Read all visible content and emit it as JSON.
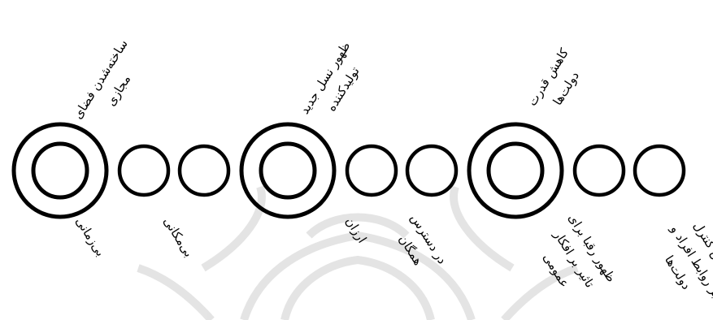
{
  "diagram": {
    "groups": [
      {
        "main_label": [
          "ساخته‌شدن فضای",
          "مجازی"
        ],
        "features": [
          [
            "بی‌زمانی"
          ],
          [
            "بی‌مکانی"
          ]
        ]
      },
      {
        "main_label": [
          "ظهور نسل جدید",
          "تولیدکننده"
        ],
        "features": [
          [
            "ارزان"
          ],
          [
            "در دسترس",
            "همگان"
          ]
        ]
      },
      {
        "main_label": [
          "کاهش قدرت",
          "دولت‌ها"
        ],
        "features": [
          [
            "ظهور رقبا برای",
            "تاثیر بر افکار",
            "عمومی"
          ],
          [
            "کاهش کنترل",
            "بر روابط افراد و",
            "دولت‌ها"
          ]
        ]
      }
    ],
    "colors": {
      "stroke": "#000000",
      "background": "#ffffff",
      "watermark": "#d9d9d9"
    }
  }
}
